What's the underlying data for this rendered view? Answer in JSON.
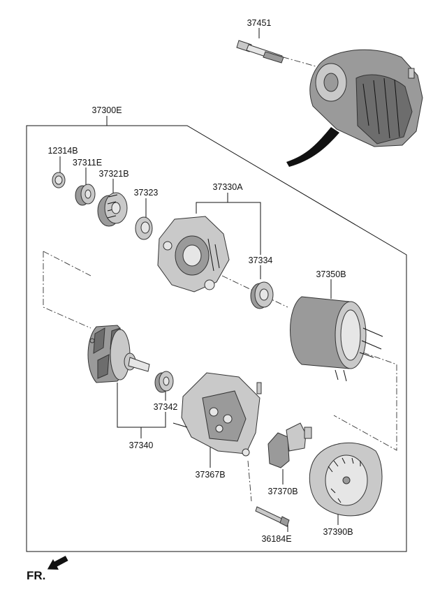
{
  "labels": {
    "p37451": "37451",
    "p37300E": "37300E",
    "p12314B": "12314B",
    "p37311E": "37311E",
    "p37321B": "37321B",
    "p37323": "37323",
    "p37330A": "37330A",
    "p37334": "37334",
    "p37350B": "37350B",
    "p37342": "37342",
    "p37340": "37340",
    "p37367B": "37367B",
    "p37370B": "37370B",
    "p36184E": "36184E",
    "p37390B": "37390B"
  },
  "orientation": {
    "text": "FR."
  }
}
